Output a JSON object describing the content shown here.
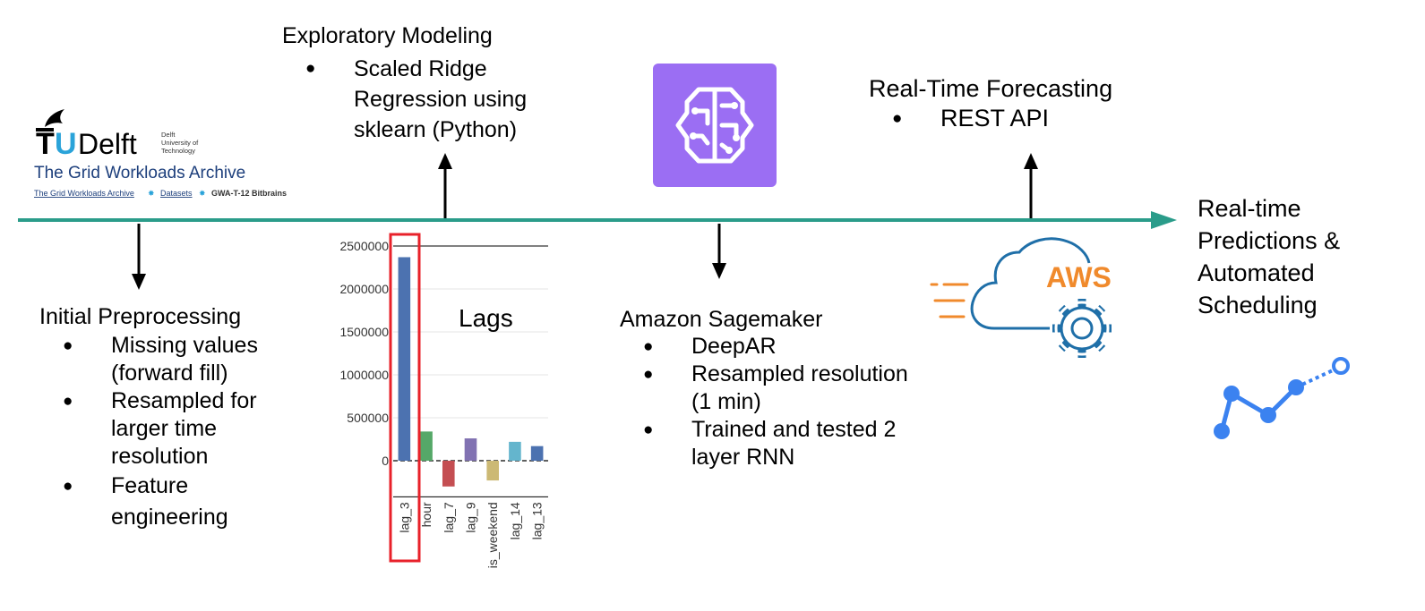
{
  "logo": {
    "brand_letters": "TUDelft",
    "brand_small": [
      "Delft",
      "University of",
      "Technology"
    ],
    "archive_title": "The Grid Workloads Archive",
    "breadcrumb": [
      "The Grid Workloads Archive",
      "Datasets",
      "GWA-T-12 Bitbrains"
    ]
  },
  "stages": {
    "preprocessing": {
      "title": "Initial Preprocessing",
      "bullets": [
        "Missing values (forward fill)",
        "Resampled for larger time resolution",
        "Feature engineering"
      ]
    },
    "exploratory": {
      "title": "Exploratory Modeling",
      "bullets": [
        "Scaled Ridge Regression using sklearn (Python)"
      ]
    },
    "sagemaker": {
      "title": "Amazon Sagemaker",
      "bullets": [
        "DeepAR",
        "Resampled resolution (1 min)",
        "Trained and tested 2 layer RNN"
      ]
    },
    "forecasting": {
      "title": "Real-Time Forecasting",
      "bullets": [
        "REST API"
      ]
    },
    "outcome": [
      "Real-time",
      "Predictions &",
      "Automated",
      "Scheduling"
    ]
  },
  "aws_label": "AWS",
  "icons": [
    "sagemaker-brain-icon",
    "aws-cloud-gear-icon",
    "trend-line-icon"
  ],
  "colors": {
    "timeline": "#2a9c8a",
    "sagemaker_bg": "#9b6ef3",
    "aws_orange": "#f08a2c",
    "aws_blue": "#1f6fa8",
    "trend_blue": "#3b82f0",
    "highlight_red": "#e8212a"
  },
  "chart_data": {
    "type": "bar",
    "title": "Lags",
    "categories": [
      "lag_3",
      "hour",
      "lag_7",
      "lag_9",
      "is_weekend",
      "lag_14",
      "lag_13"
    ],
    "values": [
      2370000,
      340000,
      -300000,
      260000,
      -230000,
      220000,
      170000
    ],
    "colors": [
      "#4c72b0",
      "#55a868",
      "#c44e52",
      "#8172b2",
      "#ccb974",
      "#64b5cd",
      "#4c72b0"
    ],
    "ytick_labels": [
      "2500000",
      "2000000",
      "1500000",
      "1000000",
      "500000",
      "0"
    ],
    "ylim": [
      -420000,
      2500000
    ],
    "grid": true,
    "highlighted_category": "lag_3"
  }
}
